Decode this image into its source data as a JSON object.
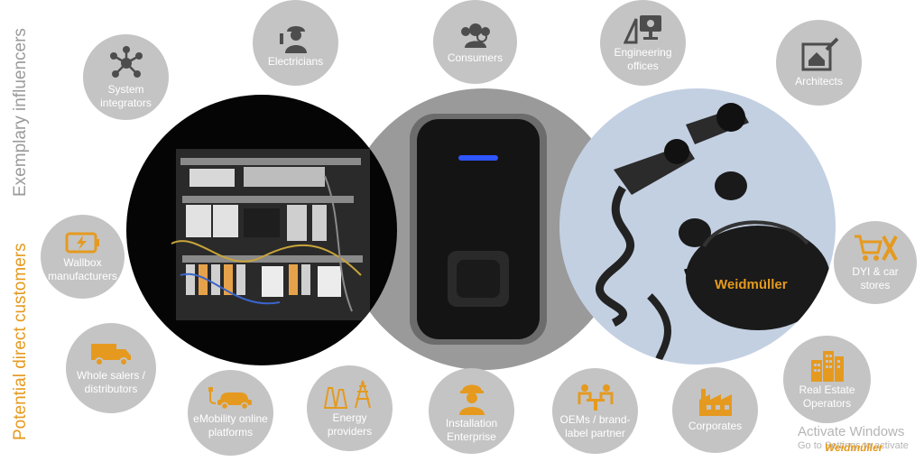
{
  "side_labels": {
    "top": "Exemplary influencers",
    "bottom": "Potential direct customers"
  },
  "nodes": {
    "electricians": "Electricians",
    "consumers": "Consumers",
    "engineering": "Engineering offices",
    "architects": "Architects",
    "system_integrators": "System integrators",
    "wallbox": "Wallbox manufacturers",
    "wholesalers": "Whole salers / distributors",
    "emobility": "eMobility online platforms",
    "energy": "Energy providers",
    "installation": "Installation Enterprise",
    "oems": "OEMs / brand-label partner",
    "corporates": "Corporates",
    "dyi": "DYI & car stores",
    "real_estate": "Real Estate Operators"
  },
  "bag_brand": "Weidmüller",
  "watermark": {
    "title": "Activate Windows",
    "subtitle": "Go to Settings to activate",
    "brand": "Weidmüller"
  },
  "colors": {
    "accent": "#e59a1f",
    "node_bg": "#c4c4c4",
    "icon_dark": "#4d4d4d",
    "right_circle": "#c3d0e2"
  }
}
